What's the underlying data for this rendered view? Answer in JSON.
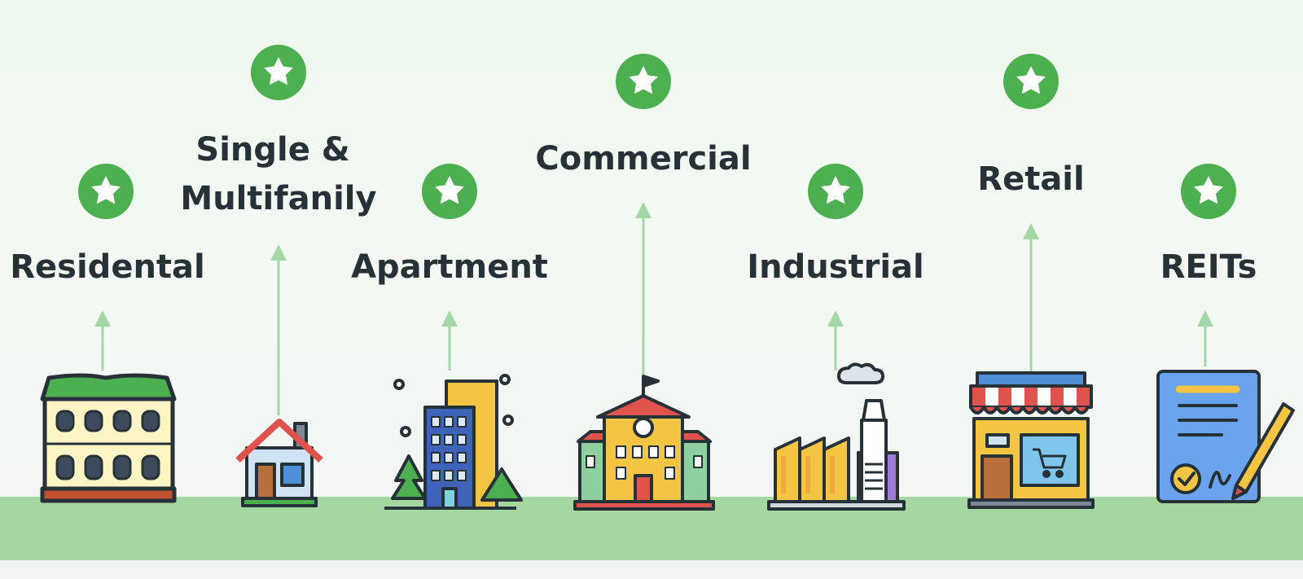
{
  "colors": {
    "star_badge": "#4caf50",
    "arrow": "#a5d6a7",
    "ground": "#a5d7a1",
    "label_text": "#263238",
    "outline": "#263238"
  },
  "categories": [
    {
      "label_lines": [
        "Residental"
      ],
      "icon": "mansion-building-icon"
    },
    {
      "label_lines": [
        "Single &",
        "Multifanily"
      ],
      "icon": "house-icon"
    },
    {
      "label_lines": [
        "Apartment"
      ],
      "icon": "apartment-tower-icon"
    },
    {
      "label_lines": [
        "Commercial"
      ],
      "icon": "commercial-building-icon"
    },
    {
      "label_lines": [
        "Industrial"
      ],
      "icon": "factory-icon"
    },
    {
      "label_lines": [
        "Retail"
      ],
      "icon": "storefront-icon"
    },
    {
      "label_lines": [
        "REITs"
      ],
      "icon": "signed-document-icon"
    }
  ]
}
